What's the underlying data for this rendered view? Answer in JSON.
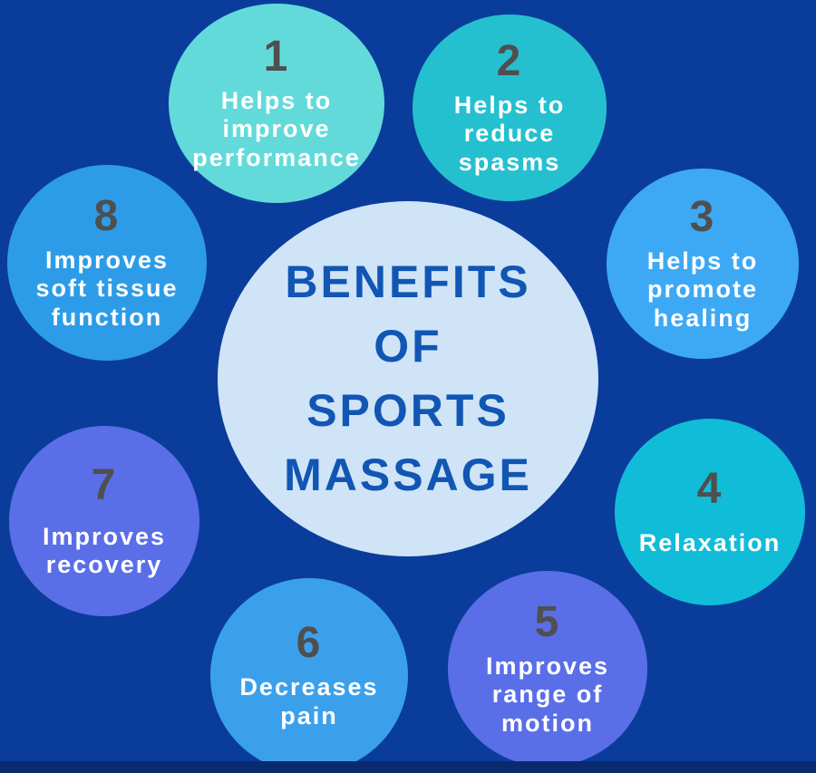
{
  "background": {
    "color": "#0a3d9b",
    "footer_color": "#092a6e"
  },
  "center": {
    "title": "BENEFITS\nOF\nSPORTS\nMASSAGE",
    "bg_color": "#cfe4f7",
    "text_color": "#1256b4"
  },
  "number_color": "#4f4f4f",
  "label_color": "#ffffff",
  "benefits": [
    {
      "number": "1",
      "label": "Helps to\nimprove\nperformance",
      "color": "#63dada"
    },
    {
      "number": "2",
      "label": "Helps to\nreduce\nspasms",
      "color": "#25c0cf"
    },
    {
      "number": "3",
      "label": "Helps to\npromote\nhealing",
      "color": "#3da9f5"
    },
    {
      "number": "4",
      "label": "Relaxation",
      "color": "#10bcd8"
    },
    {
      "number": "5",
      "label": "Improves\nrange of\nmotion",
      "color": "#5a6ee8"
    },
    {
      "number": "6",
      "label": "Decreases\npain",
      "color": "#3ba0ec"
    },
    {
      "number": "7",
      "label": "Improves\nrecovery",
      "color": "#5a6ee8"
    },
    {
      "number": "8",
      "label": "Improves\nsoft tissue\nfunction",
      "color": "#2d9ce8"
    }
  ]
}
